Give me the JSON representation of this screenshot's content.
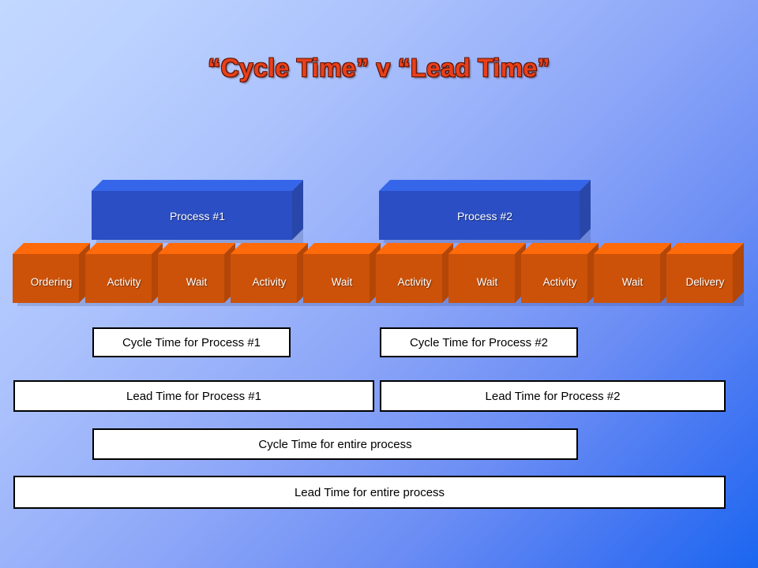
{
  "slide": {
    "title": "“Cycle Time” v “Lead Time”",
    "title_color": "#e8401a",
    "background_from": "#c3d8ff",
    "background_to": "#1a66f0"
  },
  "process_bars": [
    {
      "label": "Process #1",
      "color": "#2b4ec4",
      "top_color": "#2f62e8",
      "side_color": "#27439f"
    },
    {
      "label": "Process #2",
      "color": "#2b4ec4",
      "top_color": "#2f62e8",
      "side_color": "#27439f"
    }
  ],
  "steps": [
    {
      "label": "Ordering"
    },
    {
      "label": "Activity"
    },
    {
      "label": "Wait"
    },
    {
      "label": "Activity"
    },
    {
      "label": "Wait"
    },
    {
      "label": "Activity"
    },
    {
      "label": "Wait"
    },
    {
      "label": "Activity"
    },
    {
      "label": "Wait"
    },
    {
      "label": "Delivery"
    }
  ],
  "step_colors": {
    "front": "#cc5209",
    "top": "#ff6a0a",
    "side": "#b44607"
  },
  "measure_bars": [
    {
      "label": "Cycle Time for Process #1"
    },
    {
      "label": "Cycle Time for Process #2"
    },
    {
      "label": "Lead Time for Process #1"
    },
    {
      "label": "Lead Time for Process #2"
    },
    {
      "label": "Cycle Time for entire process"
    },
    {
      "label": "Lead Time for entire process"
    }
  ]
}
